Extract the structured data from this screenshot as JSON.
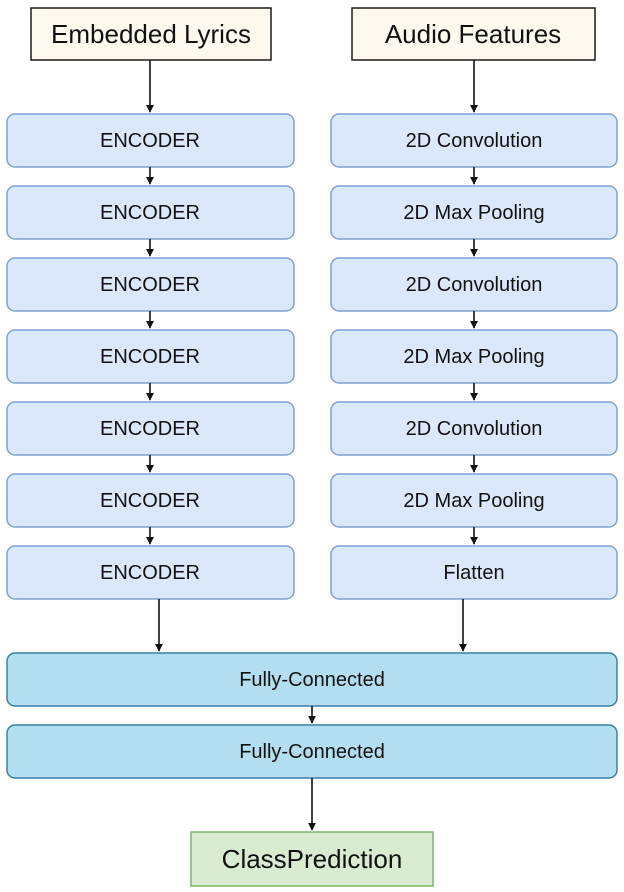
{
  "inputs": {
    "lyrics": "Embedded Lyrics",
    "audio": "Audio Features"
  },
  "lyrics_branch": [
    "ENCODER",
    "ENCODER",
    "ENCODER",
    "ENCODER",
    "ENCODER",
    "ENCODER",
    "ENCODER"
  ],
  "audio_branch": [
    "2D Convolution",
    "2D Max Pooling",
    "2D Convolution",
    "2D Max Pooling",
    "2D Convolution",
    "2D Max Pooling",
    "Flatten"
  ],
  "head": [
    "Fully-Connected",
    "Fully-Connected"
  ],
  "output": "ClassPrediction"
}
